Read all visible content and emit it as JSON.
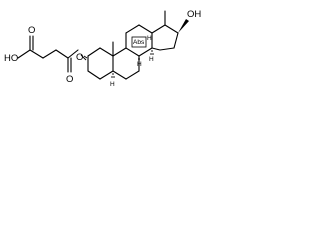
{
  "structure": {
    "labels": {
      "hydroxyl_carboxyl": "HO",
      "carbonyl_oxygen_top": "O",
      "carbonyl_oxygen_bottom": "O",
      "ester_oxygen": "O",
      "hydroxyl_17": "OH",
      "stereo_h_a": "H",
      "stereo_h_b": "H",
      "stereo_h_c": "H",
      "stereo_h_d": "H",
      "abs_label": "Abs"
    }
  }
}
